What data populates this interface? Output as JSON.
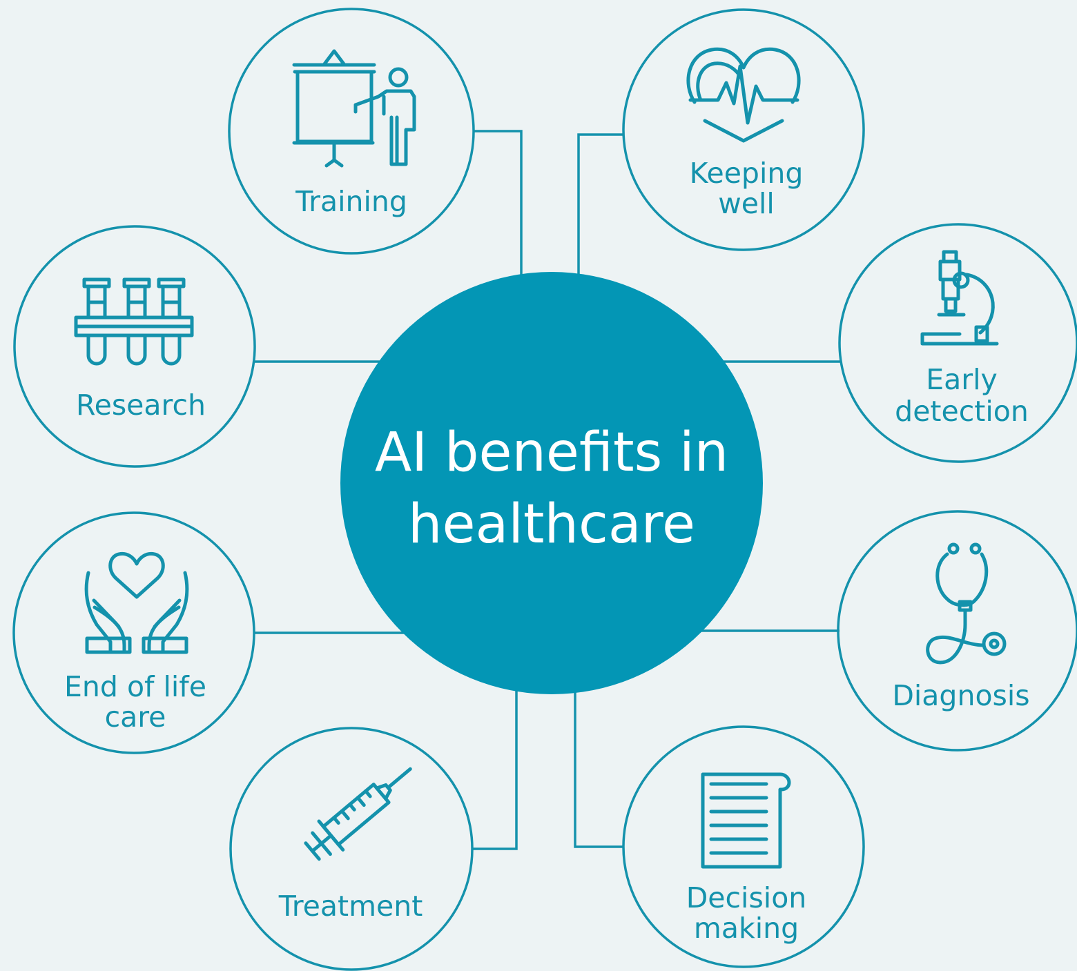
{
  "center": {
    "line1": "AI benefits in",
    "line2": "healthcare"
  },
  "nodes": {
    "training": {
      "icon": "presentation-icon",
      "label1": "Training"
    },
    "keeping_well": {
      "icon": "heartbeat-icon",
      "label1": "Keeping",
      "label2": "well"
    },
    "research": {
      "icon": "test-tubes-icon",
      "label1": "Research"
    },
    "early_detection": {
      "icon": "microscope-icon",
      "label1": "Early",
      "label2": "detection"
    },
    "end_of_life_care": {
      "icon": "hands-heart-icon",
      "label1": "End of life",
      "label2": "care"
    },
    "diagnosis": {
      "icon": "stethoscope-icon",
      "label1": "Diagnosis"
    },
    "treatment": {
      "icon": "syringe-icon",
      "label1": "Treatment"
    },
    "decision_making": {
      "icon": "document-icon",
      "label1": "Decision",
      "label2": "making"
    }
  },
  "colors": {
    "background": "#edf3f4",
    "accent": "#1492ac",
    "hub_fill": "#0396b5",
    "hub_text": "#ffffff"
  }
}
